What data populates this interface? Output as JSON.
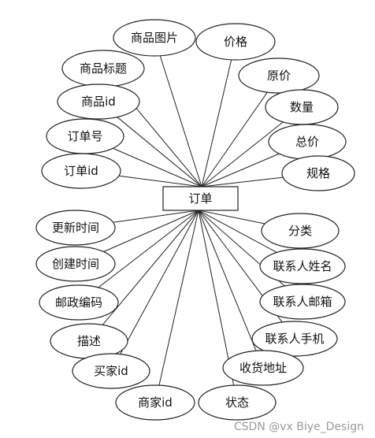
{
  "entity": {
    "label": "订单"
  },
  "attributes": [
    {
      "label": "商品图片"
    },
    {
      "label": "价格"
    },
    {
      "label": "商品标题"
    },
    {
      "label": "原价"
    },
    {
      "label": "商品id"
    },
    {
      "label": "数量"
    },
    {
      "label": "订单号"
    },
    {
      "label": "总价"
    },
    {
      "label": "订单id"
    },
    {
      "label": "规格"
    },
    {
      "label": "更新时间"
    },
    {
      "label": "分类"
    },
    {
      "label": "创建时间"
    },
    {
      "label": "联系人姓名"
    },
    {
      "label": "邮政编码"
    },
    {
      "label": "联系人邮箱"
    },
    {
      "label": "描述"
    },
    {
      "label": "联系人手机"
    },
    {
      "label": "买家id"
    },
    {
      "label": "收货地址"
    },
    {
      "label": "商家id"
    },
    {
      "label": "状态"
    }
  ],
  "watermark": "CSDN @vx  Biye_Design",
  "colors": {
    "stroke": "#222222",
    "fill": "#ffffff",
    "text": "#111111"
  }
}
